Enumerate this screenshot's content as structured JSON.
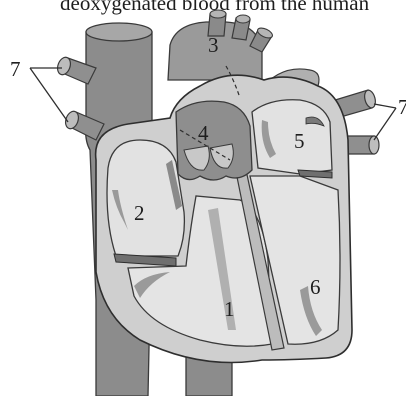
{
  "caption": "deoxygenated blood from the human",
  "labels": {
    "n1": "1",
    "n2": "2",
    "n3": "3",
    "n4": "4",
    "n5": "5",
    "n6": "6",
    "n7_left": "7",
    "n7_right": "7"
  }
}
